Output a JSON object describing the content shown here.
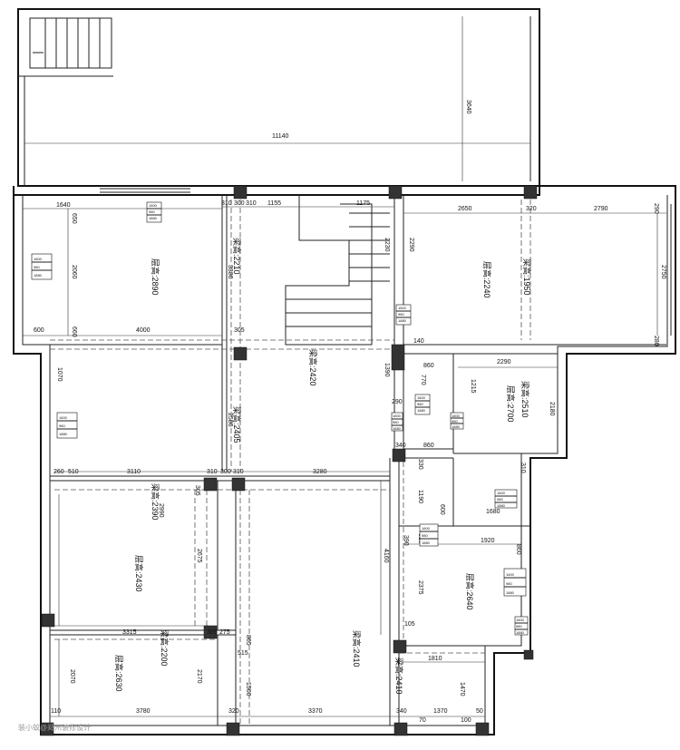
{
  "plan": {
    "terrace_dims": [
      "11140",
      "3640"
    ],
    "dims": [
      "1640",
      "650",
      "2060",
      "660",
      "600",
      "4000",
      "305",
      "300",
      "310",
      "310",
      "1155",
      "1175",
      "2650",
      "320",
      "2790",
      "290",
      "2750",
      "280",
      "2290",
      "2230",
      "3380",
      "1070",
      "2580",
      "1390",
      "140",
      "2290",
      "860",
      "770",
      "1215",
      "2180",
      "290",
      "340",
      "860",
      "260",
      "510",
      "3110",
      "310",
      "300",
      "310",
      "3280",
      "2990",
      "2675",
      "305",
      "310",
      "330",
      "1190",
      "600",
      "1680",
      "310",
      "4160",
      "390",
      "1920",
      "860",
      "2375",
      "310",
      "3315",
      "305",
      "275",
      "865",
      "515",
      "1500",
      "105",
      "2070",
      "2170",
      "1810",
      "1470",
      "110",
      "3780",
      "320",
      "3370",
      "340",
      "1370",
      "50",
      "70",
      "100"
    ],
    "beam_labels": [
      "梁高:2210",
      "梁高:1950",
      "梁高:2420",
      "梁高:2405",
      "梁高:2510",
      "梁高:2390",
      "梁高:2200",
      "梁高:2410",
      "梁高:2410"
    ],
    "room_heights": [
      "层高:2890",
      "层高:2240",
      "层高:2700",
      "层高:2430",
      "层高:2640",
      "层高:2630"
    ],
    "tag_lines": [
      "1600",
      "980",
      "1880"
    ],
    "watermark": "装小蚁@郑州装修设计"
  }
}
